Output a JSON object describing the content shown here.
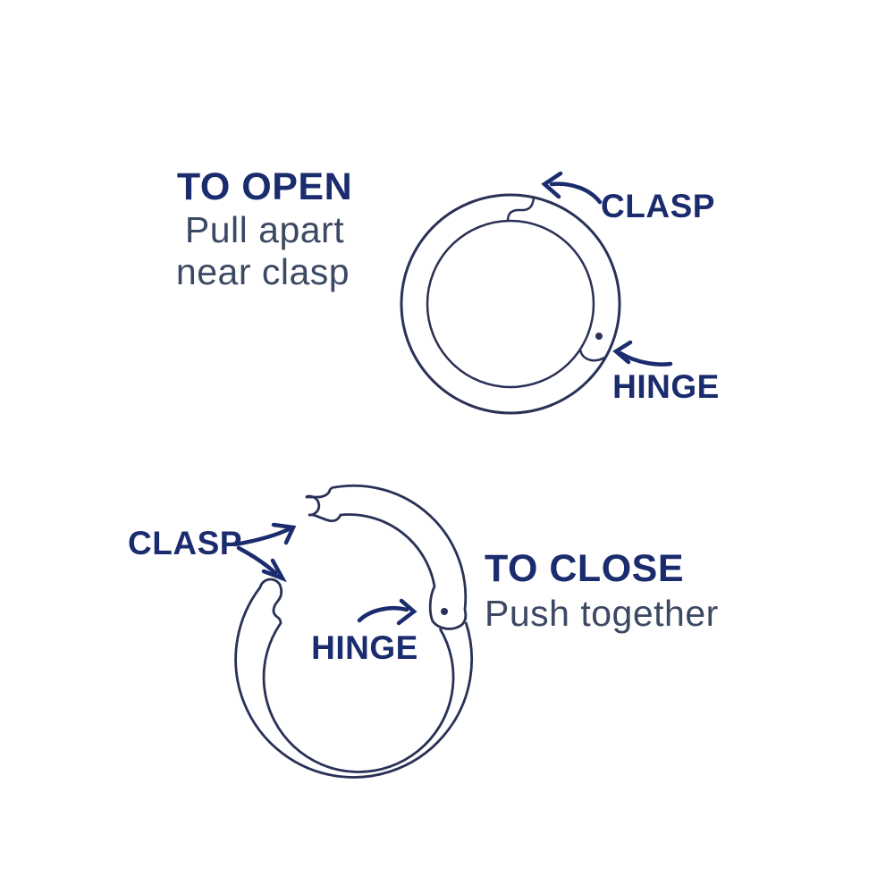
{
  "colors": {
    "heading": "#1b2c6e",
    "body": "#3c4963",
    "line": "#2a3156",
    "arrow": "#1b2c6e",
    "background": "#ffffff"
  },
  "open_section": {
    "title": "TO OPEN",
    "subtitle_line1": "Pull apart",
    "subtitle_line2": "near clasp",
    "clasp_label": "CLASP",
    "hinge_label": "HINGE"
  },
  "close_section": {
    "title": "TO CLOSE",
    "subtitle": "Push together",
    "clasp_label": "CLASP",
    "hinge_label": "HINGE"
  }
}
